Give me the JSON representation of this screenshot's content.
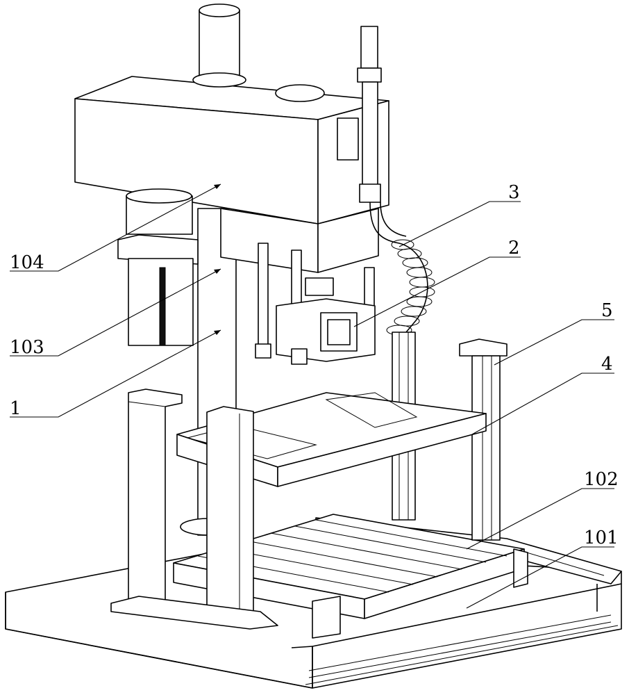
{
  "figure": {
    "type": "patent-technical-drawing",
    "subject": "drilling machine with clamping head, hose, movable table and base",
    "line_color": "#000000",
    "background": "#ffffff"
  },
  "callouts": [
    {
      "id": "104",
      "label": "104",
      "side": "left"
    },
    {
      "id": "103",
      "label": "103",
      "side": "left"
    },
    {
      "id": "1",
      "label": "1",
      "side": "left"
    },
    {
      "id": "3",
      "label": "3",
      "side": "right"
    },
    {
      "id": "2",
      "label": "2",
      "side": "right"
    },
    {
      "id": "5",
      "label": "5",
      "side": "right"
    },
    {
      "id": "4",
      "label": "4",
      "side": "right"
    },
    {
      "id": "102",
      "label": "102",
      "side": "right"
    },
    {
      "id": "101",
      "label": "101",
      "side": "right"
    }
  ]
}
